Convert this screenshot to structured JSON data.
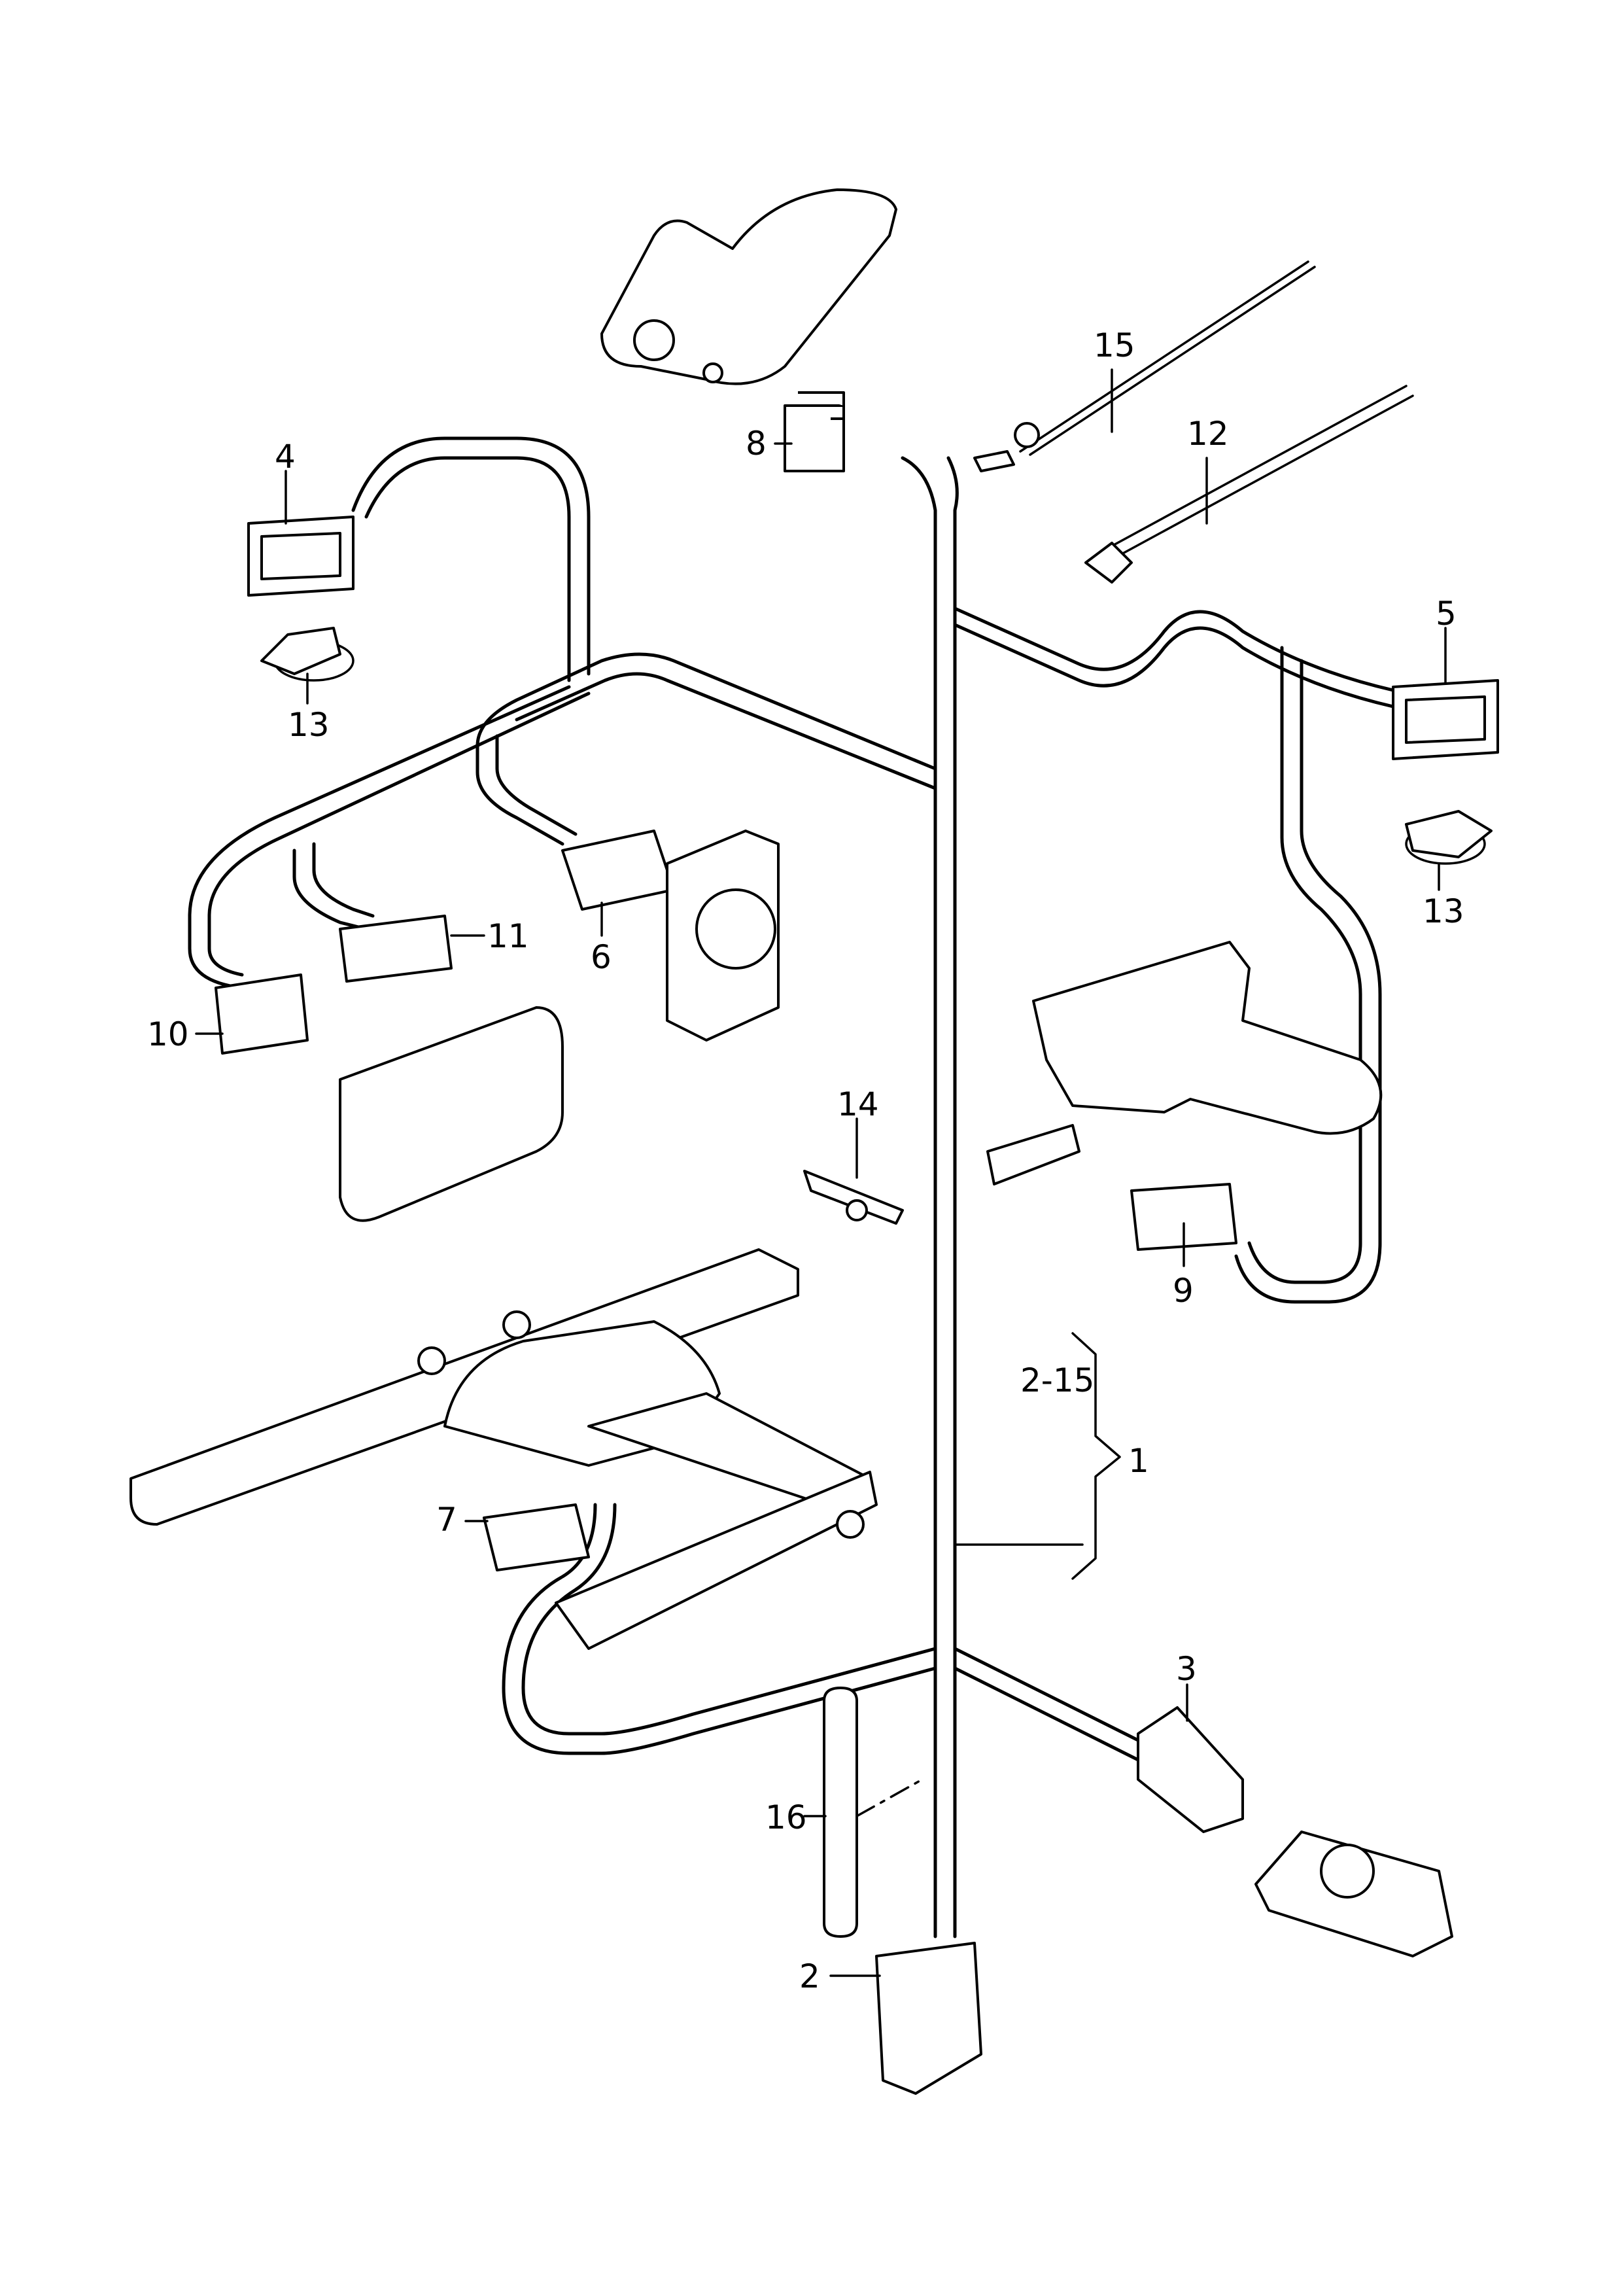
{
  "diagram": {
    "type": "exploded-parts-diagram",
    "subject": "seat wiring harness with connectors",
    "callouts": [
      {
        "id": "1",
        "label": "1"
      },
      {
        "id": "2-15",
        "label": "2-15"
      },
      {
        "id": "2",
        "label": "2"
      },
      {
        "id": "3",
        "label": "3"
      },
      {
        "id": "4",
        "label": "4"
      },
      {
        "id": "5",
        "label": "5"
      },
      {
        "id": "6",
        "label": "6"
      },
      {
        "id": "7",
        "label": "7"
      },
      {
        "id": "8",
        "label": "8"
      },
      {
        "id": "9",
        "label": "9"
      },
      {
        "id": "10",
        "label": "10"
      },
      {
        "id": "11",
        "label": "11"
      },
      {
        "id": "12",
        "label": "12"
      },
      {
        "id": "13a",
        "label": "13"
      },
      {
        "id": "13b",
        "label": "13"
      },
      {
        "id": "14",
        "label": "14"
      },
      {
        "id": "15",
        "label": "15"
      },
      {
        "id": "16",
        "label": "16"
      }
    ]
  }
}
